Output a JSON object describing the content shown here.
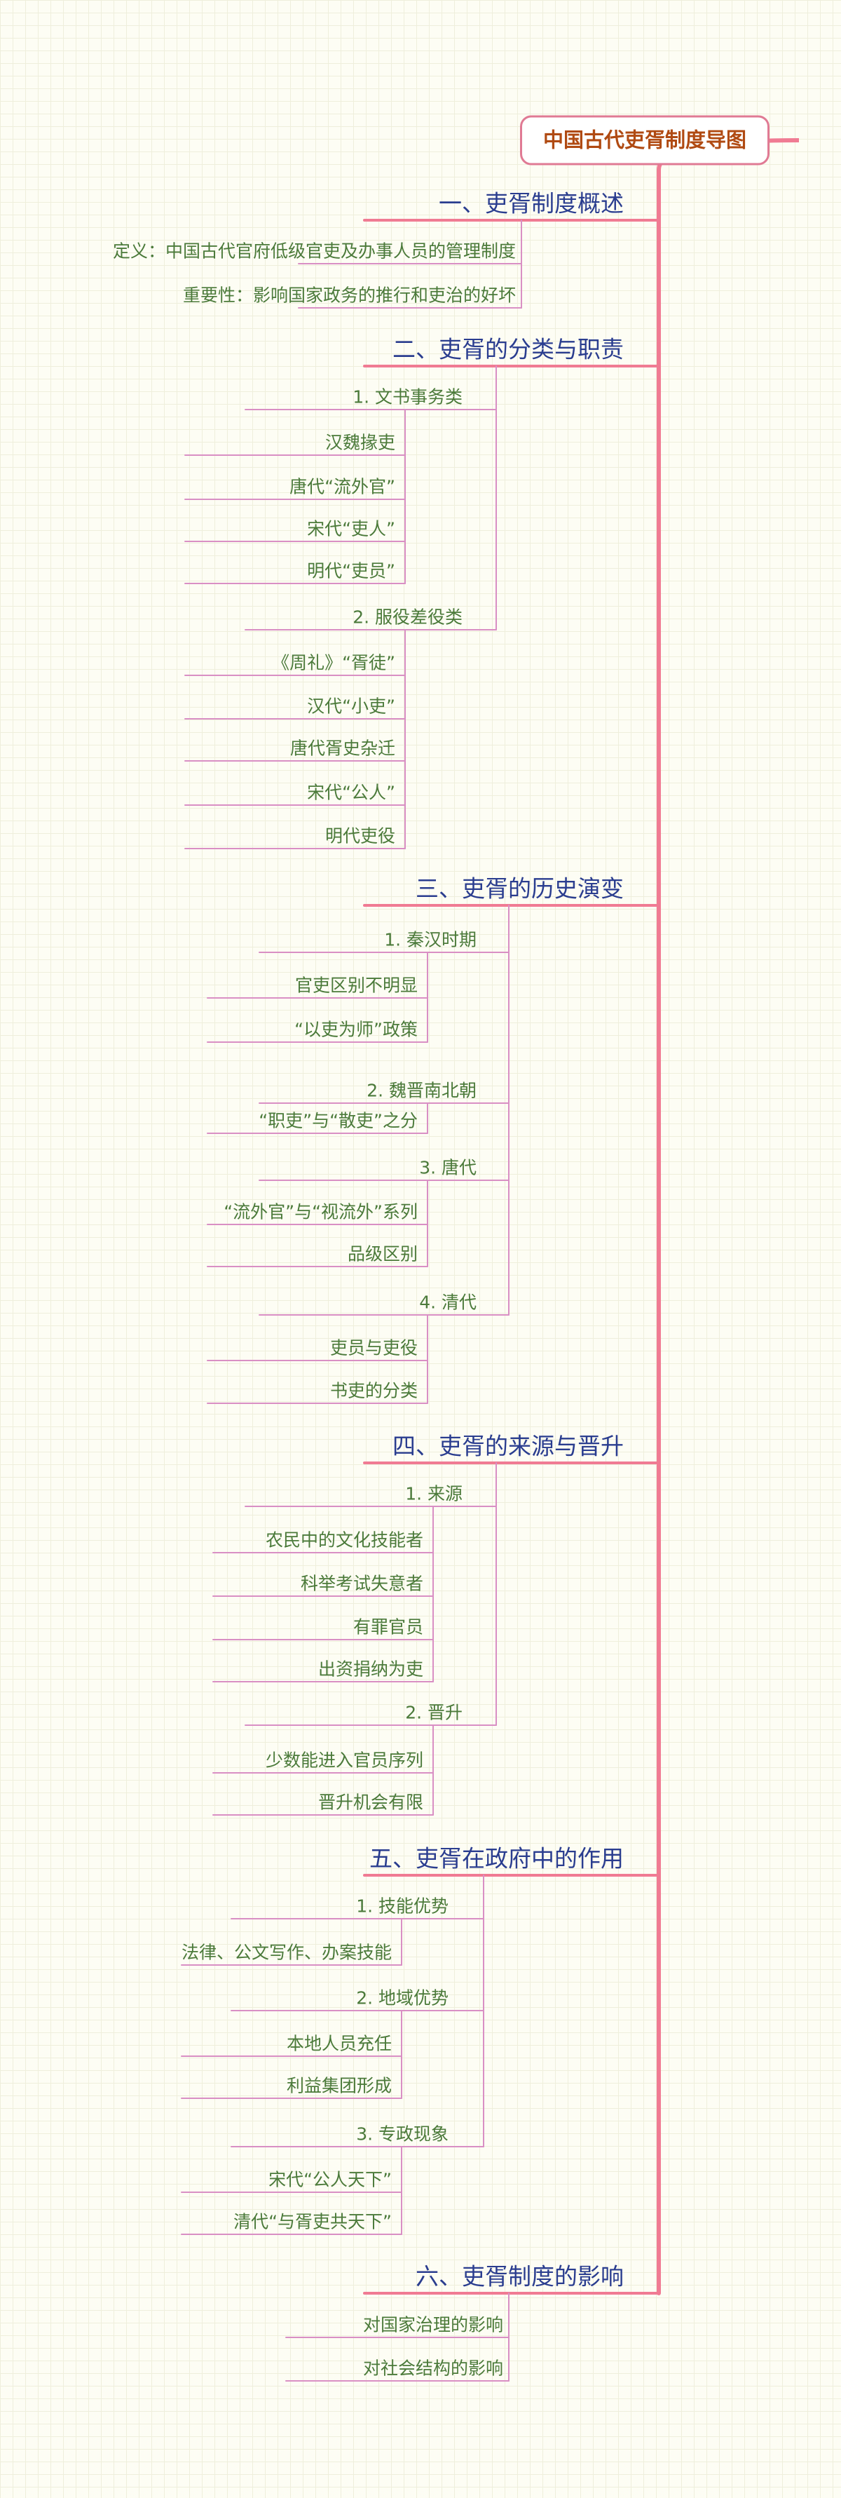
{
  "title": "中国古代吏胥制度导图",
  "colors": {
    "spine": "#f07b93",
    "branch": "#d98fc4",
    "title_text": "#b04a12",
    "section_text": "#2a3d8f",
    "leaf_text": "#4b7a3a"
  },
  "sections": [
    {
      "label": "一、吏胥制度概述",
      "children": [
        {
          "label": "定义：中国古代官府低级官吏及办事人员的管理制度"
        },
        {
          "label": "重要性：影响国家政务的推行和吏治的好坏"
        }
      ]
    },
    {
      "label": "二、吏胥的分类与职责",
      "children": [
        {
          "label": "1. 文书事务类",
          "children": [
            {
              "label": "汉魏掾吏"
            },
            {
              "label": "唐代“流外官”"
            },
            {
              "label": "宋代“吏人”"
            },
            {
              "label": "明代“吏员”"
            }
          ]
        },
        {
          "label": "2. 服役差役类",
          "children": [
            {
              "label": "《周礼》“胥徒”"
            },
            {
              "label": "汉代“小吏”"
            },
            {
              "label": "唐代胥史杂迁"
            },
            {
              "label": "宋代“公人”"
            },
            {
              "label": "明代吏役"
            }
          ]
        }
      ]
    },
    {
      "label": "三、吏胥的历史演变",
      "children": [
        {
          "label": "1. 秦汉时期",
          "children": [
            {
              "label": "官吏区别不明显"
            },
            {
              "label": "“以吏为师”政策"
            }
          ]
        },
        {
          "label": "2. 魏晋南北朝",
          "children": [
            {
              "label": "“职吏”与“散吏”之分"
            }
          ]
        },
        {
          "label": "3. 唐代",
          "children": [
            {
              "label": "“流外官”与“视流外”系列"
            },
            {
              "label": "品级区别"
            }
          ]
        },
        {
          "label": "4. 清代",
          "children": [
            {
              "label": "吏员与吏役"
            },
            {
              "label": "书吏的分类"
            }
          ]
        }
      ]
    },
    {
      "label": "四、吏胥的来源与晋升",
      "children": [
        {
          "label": "1. 来源",
          "children": [
            {
              "label": "农民中的文化技能者"
            },
            {
              "label": "科举考试失意者"
            },
            {
              "label": "有罪官员"
            },
            {
              "label": "出资捐纳为吏"
            }
          ]
        },
        {
          "label": "2. 晋升",
          "children": [
            {
              "label": "少数能进入官员序列"
            },
            {
              "label": "晋升机会有限"
            }
          ]
        }
      ]
    },
    {
      "label": "五、吏胥在政府中的作用",
      "children": [
        {
          "label": "1. 技能优势",
          "children": [
            {
              "label": "法律、公文写作、办案技能"
            }
          ]
        },
        {
          "label": "2. 地域优势",
          "children": [
            {
              "label": "本地人员充任"
            },
            {
              "label": "利益集团形成"
            }
          ]
        },
        {
          "label": "3. 专政现象",
          "children": [
            {
              "label": "宋代“公人天下”"
            },
            {
              "label": "清代“与胥吏共天下”"
            }
          ]
        }
      ]
    },
    {
      "label": "六、吏胥制度的影响",
      "children": [
        {
          "label": "对国家治理的影响"
        },
        {
          "label": "对社会结构的影响"
        }
      ]
    }
  ]
}
